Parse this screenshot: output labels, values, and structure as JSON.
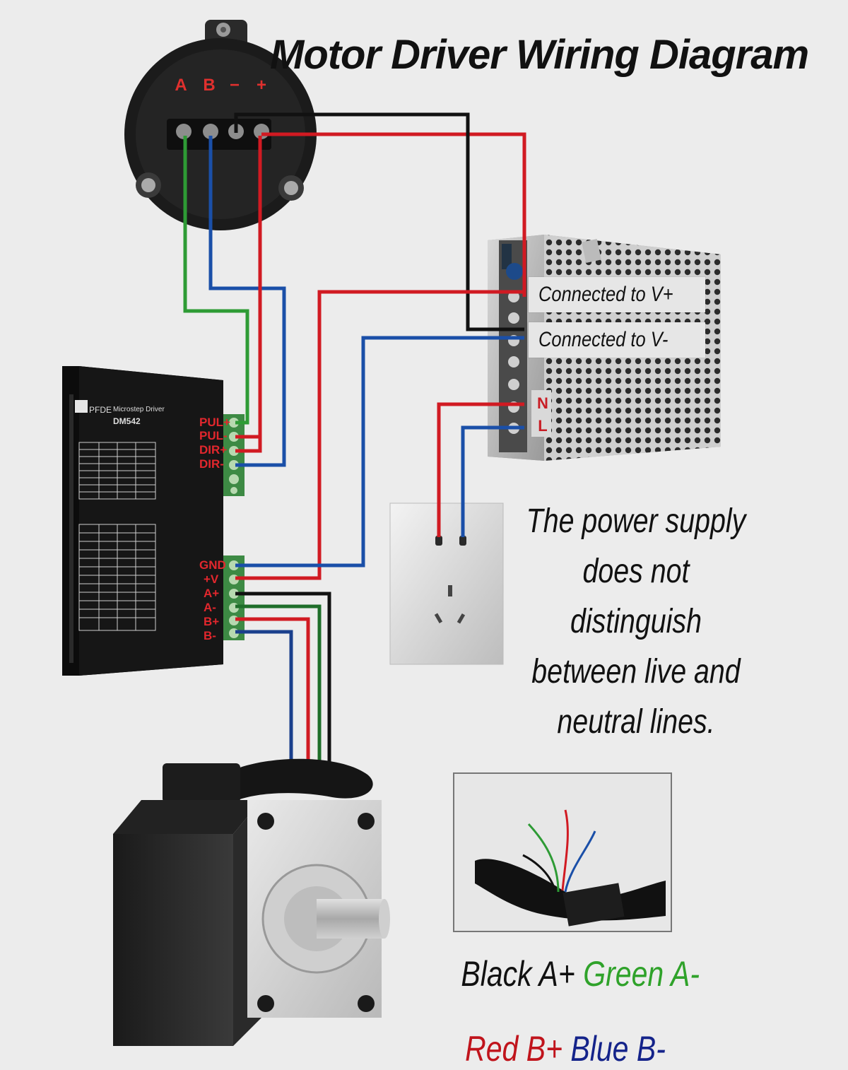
{
  "title": "Motor Driver Wiring Diagram",
  "encoder": {
    "terminals": [
      "A",
      "B",
      "−",
      "+"
    ]
  },
  "driver": {
    "brand": "PFDE",
    "model_line": "Microstep Driver",
    "model": "DM542",
    "signal_terminals": [
      "PUL+",
      "PUL-",
      "DIR+",
      "DIR-"
    ],
    "power_terminals": [
      "GND",
      "+V",
      "A+",
      "A-",
      "B+",
      "B-"
    ]
  },
  "power_supply": {
    "label_v_plus": "Connected to V+",
    "label_v_minus": "Connected to V-",
    "terminal_n": "N",
    "terminal_l": "L"
  },
  "note": {
    "lines": [
      "The power supply",
      "does not distinguish",
      "between live and",
      "neutral lines."
    ]
  },
  "legend": {
    "black": "Black A+",
    "green": "Green A-",
    "red": "Red B+",
    "blue": "Blue B-"
  },
  "colors": {
    "red": "#d11a22",
    "green": "#2e9b35",
    "blue": "#1a4fa8",
    "black": "#111111",
    "dark_green": "#1f6e2a",
    "dark_blue": "#1a3f8c"
  }
}
